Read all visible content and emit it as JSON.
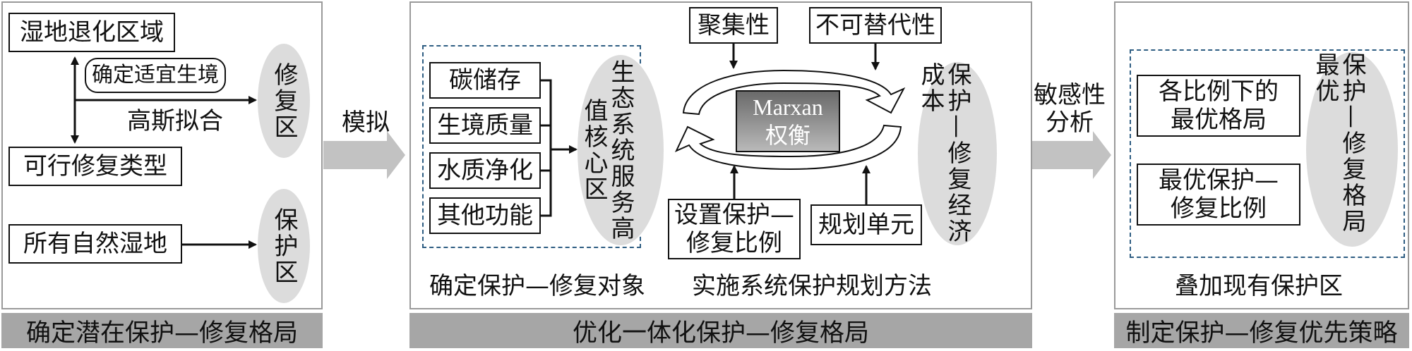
{
  "panel1": {
    "degraded": "湿地退化区域",
    "suitable": "确定适宜生境",
    "fitting": "高斯拟合",
    "repair_zone": "修复区",
    "feasible": "可行修复类型",
    "natural": "所有自然湿地",
    "protect_zone": "保护区",
    "footer": "确定潜在保护—修复格局"
  },
  "arrow1_label": "模拟",
  "panel2": {
    "services": [
      "碳储存",
      "生境质量",
      "水质净化",
      "其他功能"
    ],
    "core_right": "生态系统服务",
    "core_left": "高值核心区",
    "aggregation": "聚集性",
    "irreplaceable": "不可替代性",
    "marxan_en": "Marxan",
    "marxan_cn": "权衡",
    "ratio_set": "设置保护—\n修复比例",
    "planning_unit": "规划单元",
    "cost_right": "保护—修复",
    "cost_left": "经济成本",
    "caption_left": "确定保护—修复对象",
    "caption_right": "实施系统保护规划方法",
    "footer": "优化一体化保护—修复格局"
  },
  "arrow2_label": "敏感性\n分析",
  "panel3": {
    "best_layout": "各比例下的\n最优格局",
    "best_ratio": "最优保护—\n修复比例",
    "ellipse_right": "保护—修复格局",
    "ellipse_left": "最优",
    "caption": "叠加现有保护区",
    "footer": "制定保护—修复优先策略"
  },
  "colors": {
    "arrow_gray": "#c2c2c2",
    "footer_bar": "#a6a6a6",
    "ellipse": "#dcdcdc",
    "dash": "#2e5d82"
  }
}
